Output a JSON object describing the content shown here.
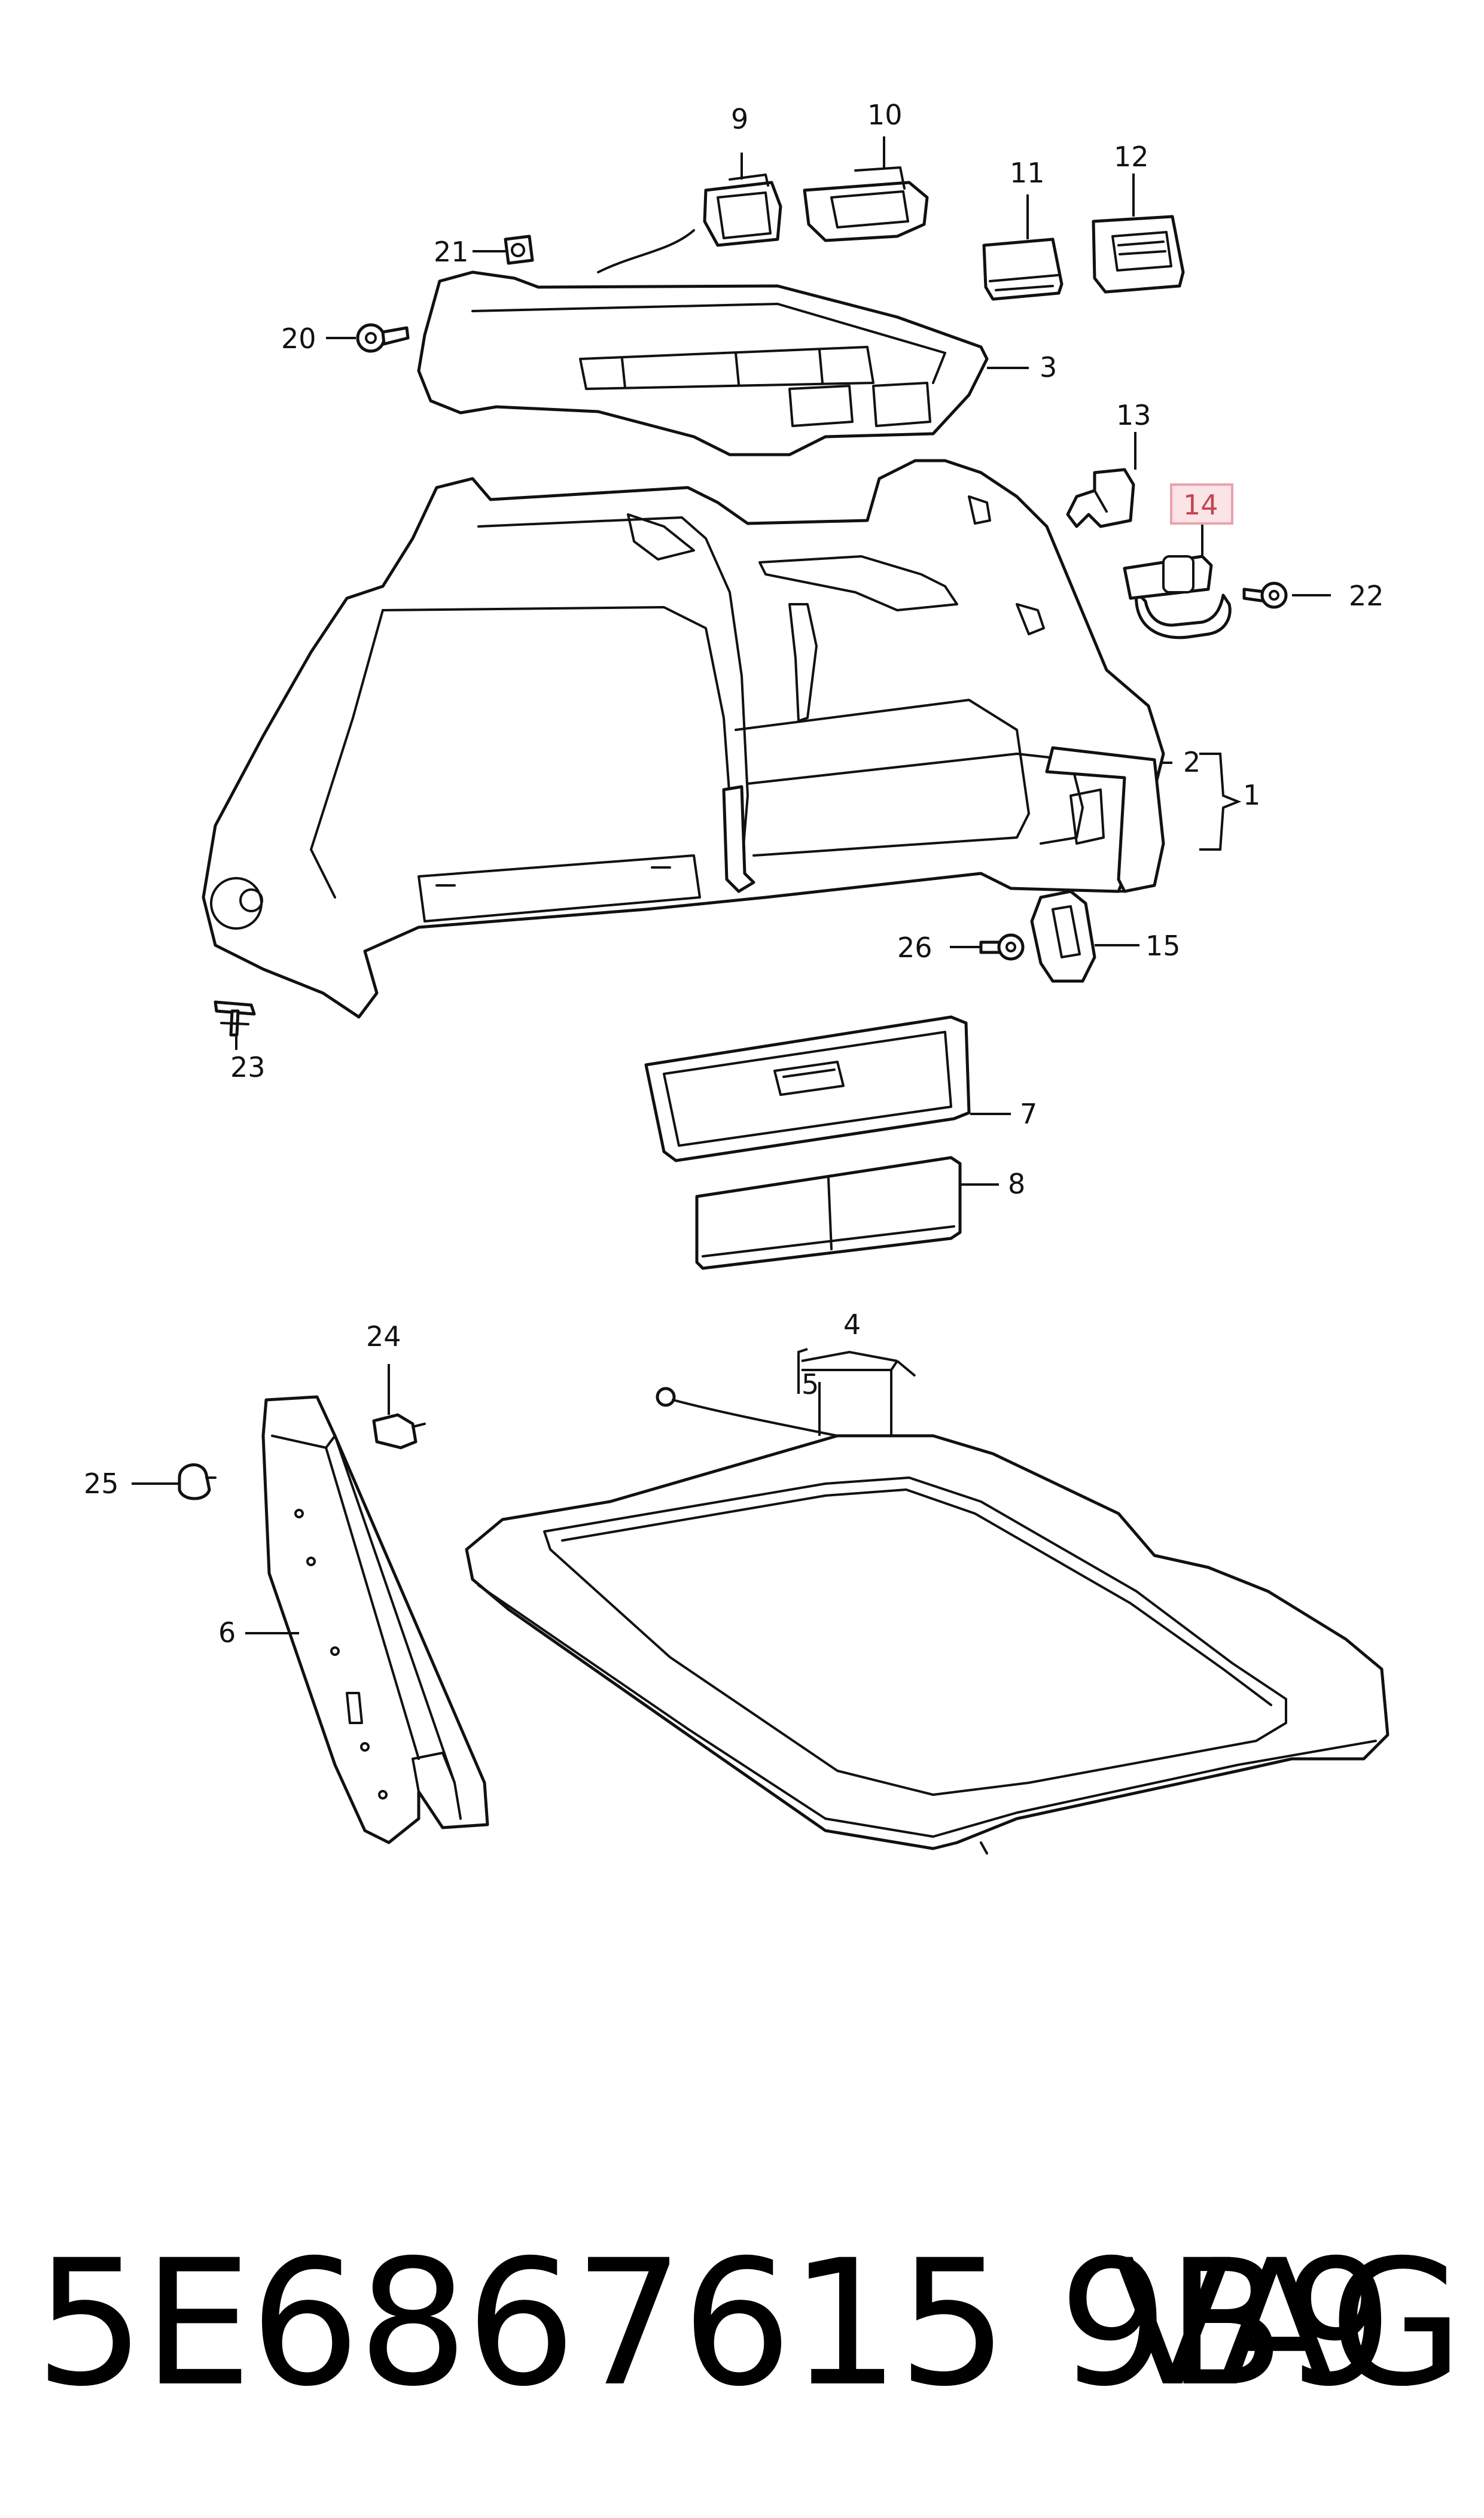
{
  "callouts": {
    "n1": "1",
    "n2": "2",
    "n3": "3",
    "n4": "4",
    "n5": "5",
    "n6": "6",
    "n7": "7",
    "n8": "8",
    "n9": "9",
    "n10": "10",
    "n11": "11",
    "n12": "12",
    "n13": "13",
    "n14": "14",
    "n15": "15",
    "n20": "20",
    "n21": "21",
    "n22": "22",
    "n23": "23",
    "n24": "24",
    "n25": "25",
    "n26": "26"
  },
  "highlighted_callout": "14",
  "highlight_color": "#c2454f",
  "footer": {
    "part_code": "5E6867615 9B9",
    "brand": "VAG"
  }
}
